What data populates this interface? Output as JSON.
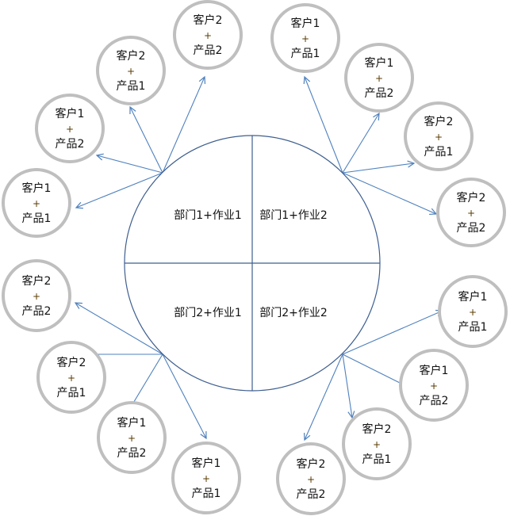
{
  "center": {
    "quadrants": [
      {
        "label": "部门1+作业1"
      },
      {
        "label": "部门1+作业2"
      },
      {
        "label": "部门2+作业1"
      },
      {
        "label": "部门2+作业2"
      }
    ]
  },
  "groups": [
    {
      "name": "top-left",
      "nodes": [
        {
          "customer": "客户2",
          "plus": "+",
          "product": "产品2"
        },
        {
          "customer": "客户2",
          "plus": "+",
          "product": "产品1"
        },
        {
          "customer": "客户1",
          "plus": "+",
          "product": "产品2"
        },
        {
          "customer": "客户1",
          "plus": "+",
          "product": "产品1"
        }
      ]
    },
    {
      "name": "top-right",
      "nodes": [
        {
          "customer": "客户1",
          "plus": "+",
          "product": "产品1"
        },
        {
          "customer": "客户1",
          "plus": "+",
          "product": "产品2"
        },
        {
          "customer": "客户2",
          "plus": "+",
          "product": "产品1"
        },
        {
          "customer": "客户2",
          "plus": "+",
          "product": "产品2"
        }
      ]
    },
    {
      "name": "bottom-left",
      "nodes": [
        {
          "customer": "客户2",
          "plus": "+",
          "product": "产品2"
        },
        {
          "customer": "客户2",
          "plus": "+",
          "product": "产品1"
        },
        {
          "customer": "客户1",
          "plus": "+",
          "product": "产品2"
        },
        {
          "customer": "客户1",
          "plus": "+",
          "product": "产品1"
        }
      ]
    },
    {
      "name": "bottom-right",
      "nodes": [
        {
          "customer": "客户1",
          "plus": "+",
          "product": "产品1"
        },
        {
          "customer": "客户1",
          "plus": "+",
          "product": "产品2"
        },
        {
          "customer": "客户2",
          "plus": "+",
          "product": "产品1"
        },
        {
          "customer": "客户2",
          "plus": "+",
          "product": "产品2"
        }
      ]
    }
  ],
  "colors": {
    "circle": "#3f5f8f",
    "arrow": "#4f81bd",
    "node_border": "#bfbfbf"
  }
}
